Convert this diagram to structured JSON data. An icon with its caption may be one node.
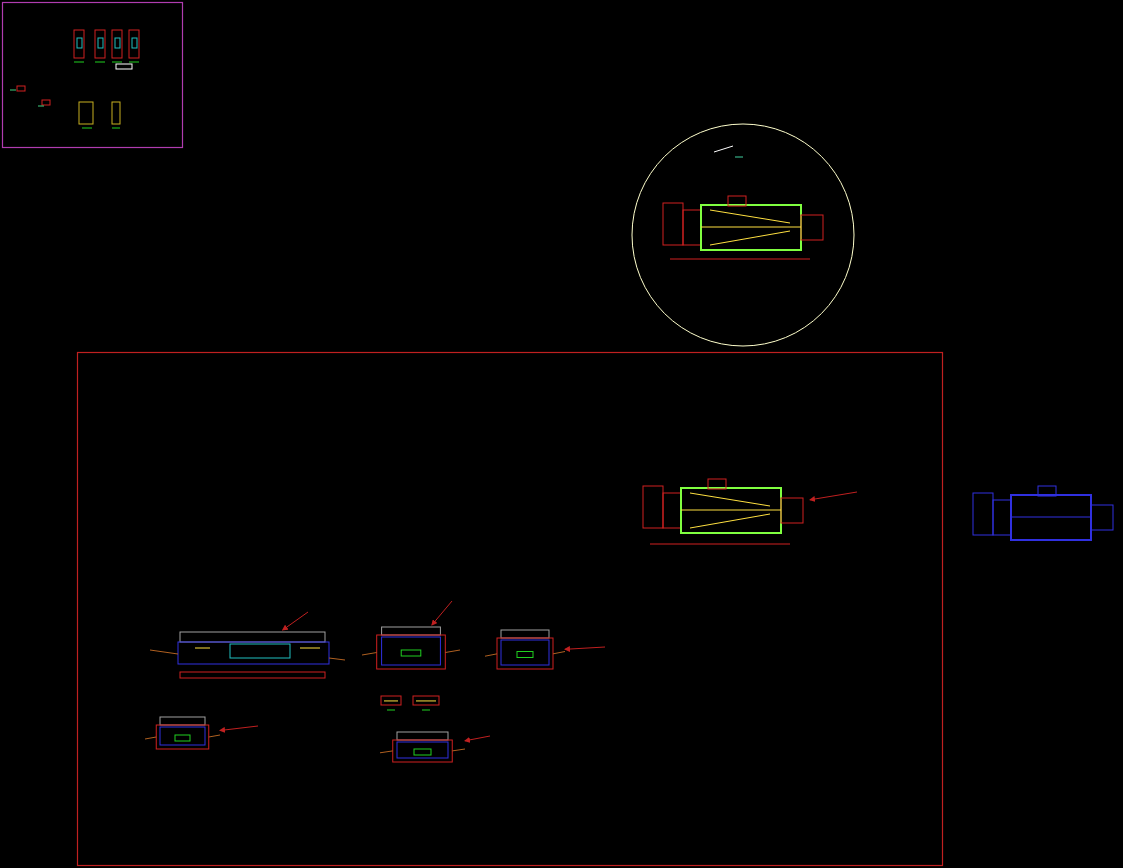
{
  "diagram": {
    "nodes": [
      {
        "text": [],
        "shape": "box"
      },
      {
        "text": [],
        "shape": "circle"
      },
      {
        "text": [],
        "shape": "picture",
        "in": 1
      },
      {
        "text": [],
        "shape": "box"
      },
      {
        "text": [],
        "shape": "picture",
        "in": 3
      },
      {
        "text": [],
        "shape": "picture",
        "in": 3
      },
      {
        "text": [],
        "shape": "picture",
        "in": 3
      },
      {
        "text": [],
        "shape": "picture",
        "in": 3
      },
      {
        "text": [],
        "shape": "picture",
        "in": 3
      },
      {
        "text": [],
        "shape": "picture",
        "in": 3
      },
      {
        "text": [],
        "shape": "picture",
        "in": 3
      },
      {
        "text": [],
        "shape": "picture",
        "in": 3
      },
      {
        "text": [],
        "shape": "picture"
      }
    ],
    "edges": [
      {
        "from": null,
        "to": 4,
        "arrow": "to"
      },
      {
        "from": null,
        "to": 5,
        "arrow": "to"
      },
      {
        "from": null,
        "to": 6,
        "arrow": "to"
      },
      {
        "from": null,
        "to": 7,
        "arrow": "to"
      },
      {
        "from": null,
        "to": 8,
        "arrow": "to"
      },
      {
        "from": null,
        "to": 9,
        "arrow": "to"
      }
    ]
  }
}
